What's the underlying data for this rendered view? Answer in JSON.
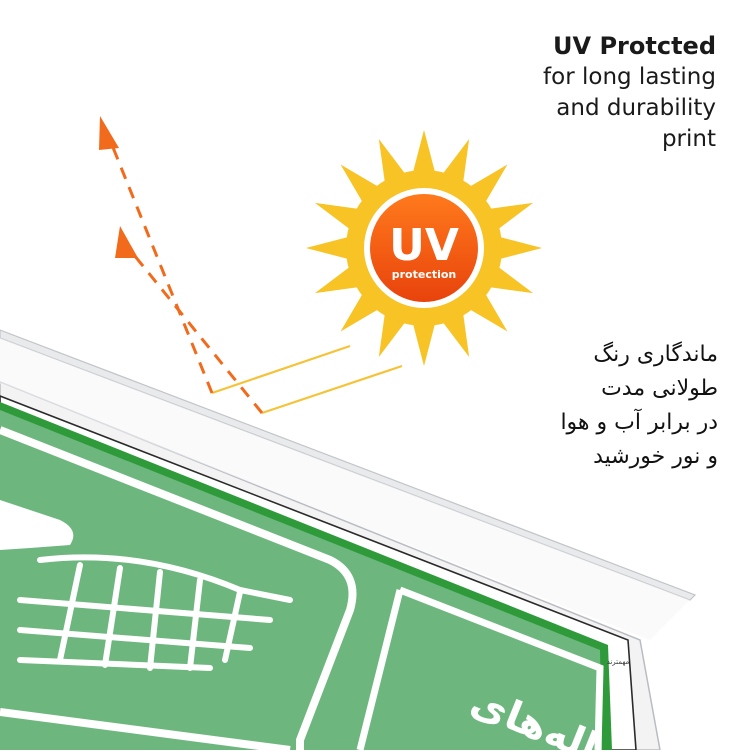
{
  "colors": {
    "sun_ray": "#f7c325",
    "sun_core": "#f25a12",
    "arrow": "#f26a1b",
    "sign_green": "#6db77f",
    "sign_dark_green": "#2e9a3a",
    "film": "#ececee"
  },
  "sun_badge": {
    "uv_label": "UV",
    "protection_label": "protection"
  },
  "english_text": {
    "title": "UV Protcted",
    "lines": [
      "for long lasting",
      "and durability",
      "print"
    ]
  },
  "persian_text": {
    "lines": [
      "ماندگاری رنگ",
      "طولانی مدت",
      "در برابر  آب و هوا",
      "و نور خورشید"
    ]
  },
  "sign": {
    "text_fragment": "زباله‌های",
    "brand": "مهمترند"
  }
}
